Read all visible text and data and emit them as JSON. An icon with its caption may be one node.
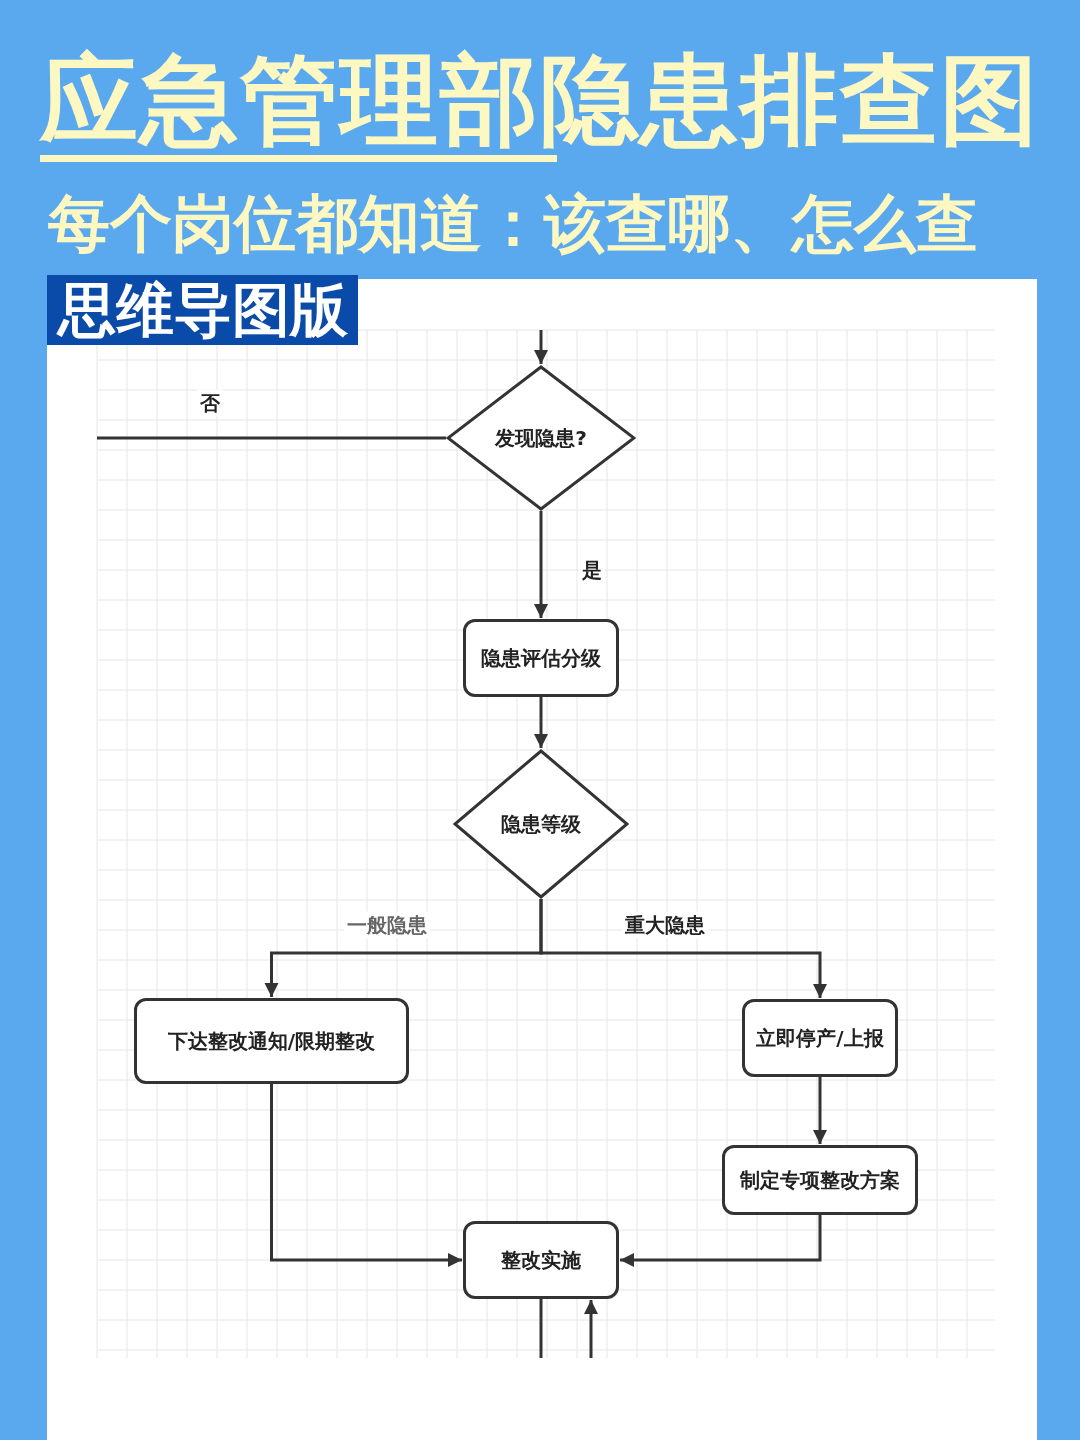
{
  "diagram": {
    "title": "应急管理部隐患排查图",
    "nodes": [
      {
        "text": [
          "发现隐患?"
        ]
      },
      {
        "text": [
          "隐患评估分级"
        ]
      },
      {
        "text": [
          "隐患等级"
        ]
      },
      {
        "text": [
          "下达整改通知/限期整改"
        ]
      },
      {
        "text": [
          "立即停产/上报"
        ]
      },
      {
        "text": [
          "制定专项整改方案"
        ]
      },
      {
        "text": [
          "整改实施"
        ]
      }
    ],
    "edges": [
      {
        "from": null,
        "to": 0,
        "arrow": "to"
      },
      {
        "from": 0,
        "to": null,
        "arrow": "none",
        "label": "否"
      },
      {
        "from": 0,
        "to": 1,
        "arrow": "to",
        "label": "是"
      },
      {
        "from": 1,
        "to": 2,
        "arrow": "to"
      },
      {
        "from": 2,
        "to": 3,
        "arrow": "to",
        "label": "一般隐患"
      },
      {
        "from": 2,
        "to": 4,
        "arrow": "to",
        "label": "重大隐患"
      },
      {
        "from": 4,
        "to": 5,
        "arrow": "to"
      },
      {
        "from": 3,
        "to": 6,
        "arrow": "to"
      },
      {
        "from": 5,
        "to": 6,
        "arrow": "to"
      },
      {
        "from": 6,
        "to": null,
        "arrow": "none"
      },
      {
        "from": null,
        "to": 6,
        "arrow": "to"
      }
    ],
    "labels": [
      "每个岗位都知道：该查哪、怎么查",
      "思维导图版"
    ]
  }
}
